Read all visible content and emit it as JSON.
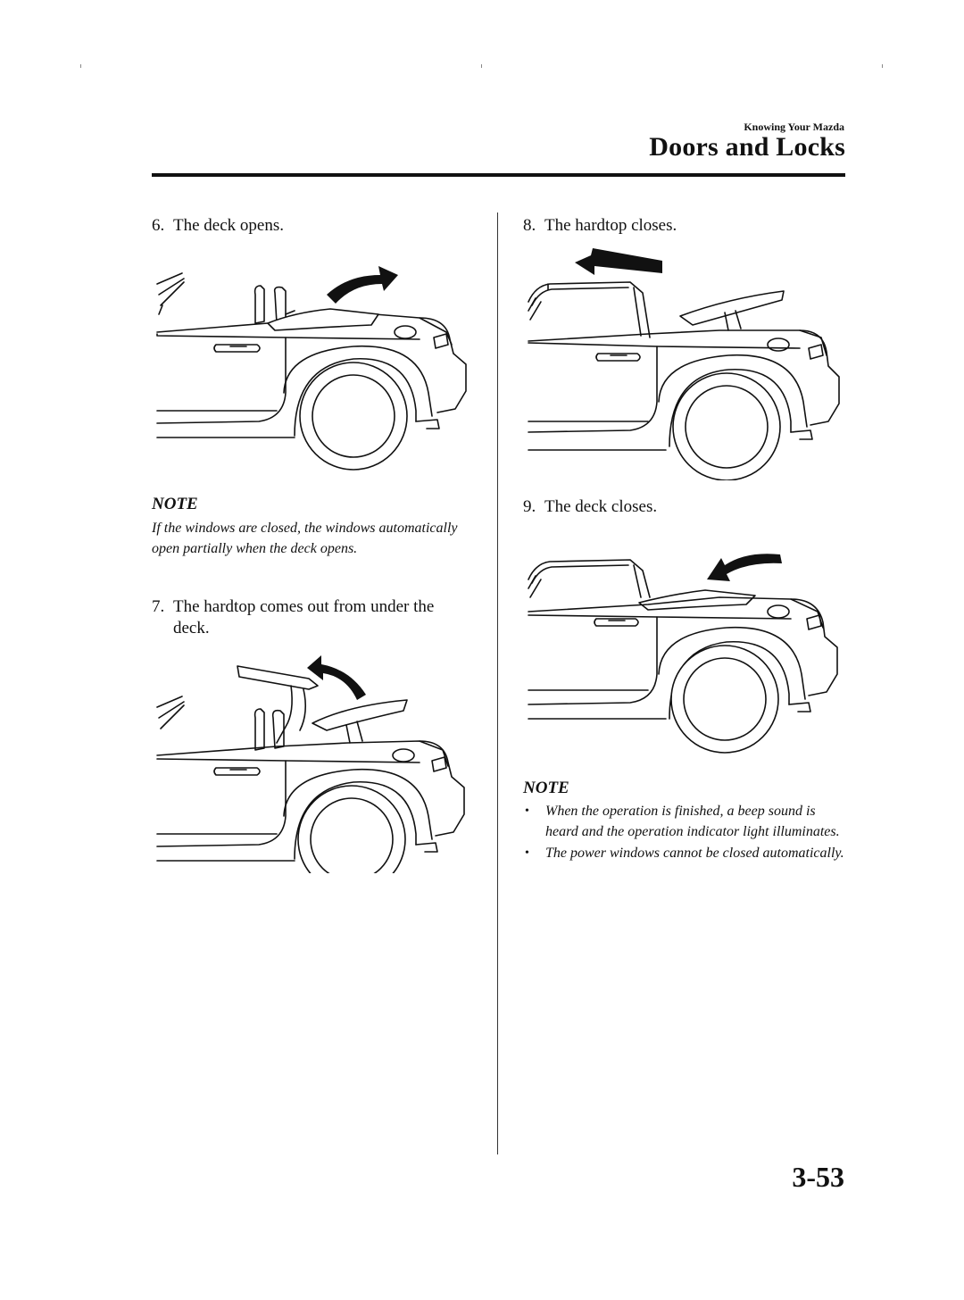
{
  "header": {
    "section_label": "Knowing Your Mazda",
    "title": "Doors and Locks"
  },
  "left_column": {
    "step6": {
      "num": "6.",
      "text": "The deck opens."
    },
    "note1": {
      "heading": "NOTE",
      "text": "If the windows are closed, the windows automatically open partially when the deck opens."
    },
    "step7": {
      "num": "7.",
      "text": "The hardtop comes out from under the deck."
    }
  },
  "right_column": {
    "step8": {
      "num": "8.",
      "text": "The hardtop closes."
    },
    "step9": {
      "num": "9.",
      "text": "The deck closes."
    },
    "note2": {
      "heading": "NOTE",
      "bullet_symbol": "•",
      "items": [
        "When the operation is finished, a beep sound is heard and the operation indicator light illuminates.",
        "The power windows cannot be closed automatically."
      ]
    }
  },
  "figures": {
    "fig6_arrow_icon": "curved-arrow-up-right-icon",
    "fig7_arrow_icon": "curved-arrow-up-left-icon",
    "fig8_arrow_icon": "straight-arrow-left-icon",
    "fig9_arrow_icon": "curved-arrow-down-left-icon"
  },
  "footer": {
    "page_number": "3-53"
  }
}
